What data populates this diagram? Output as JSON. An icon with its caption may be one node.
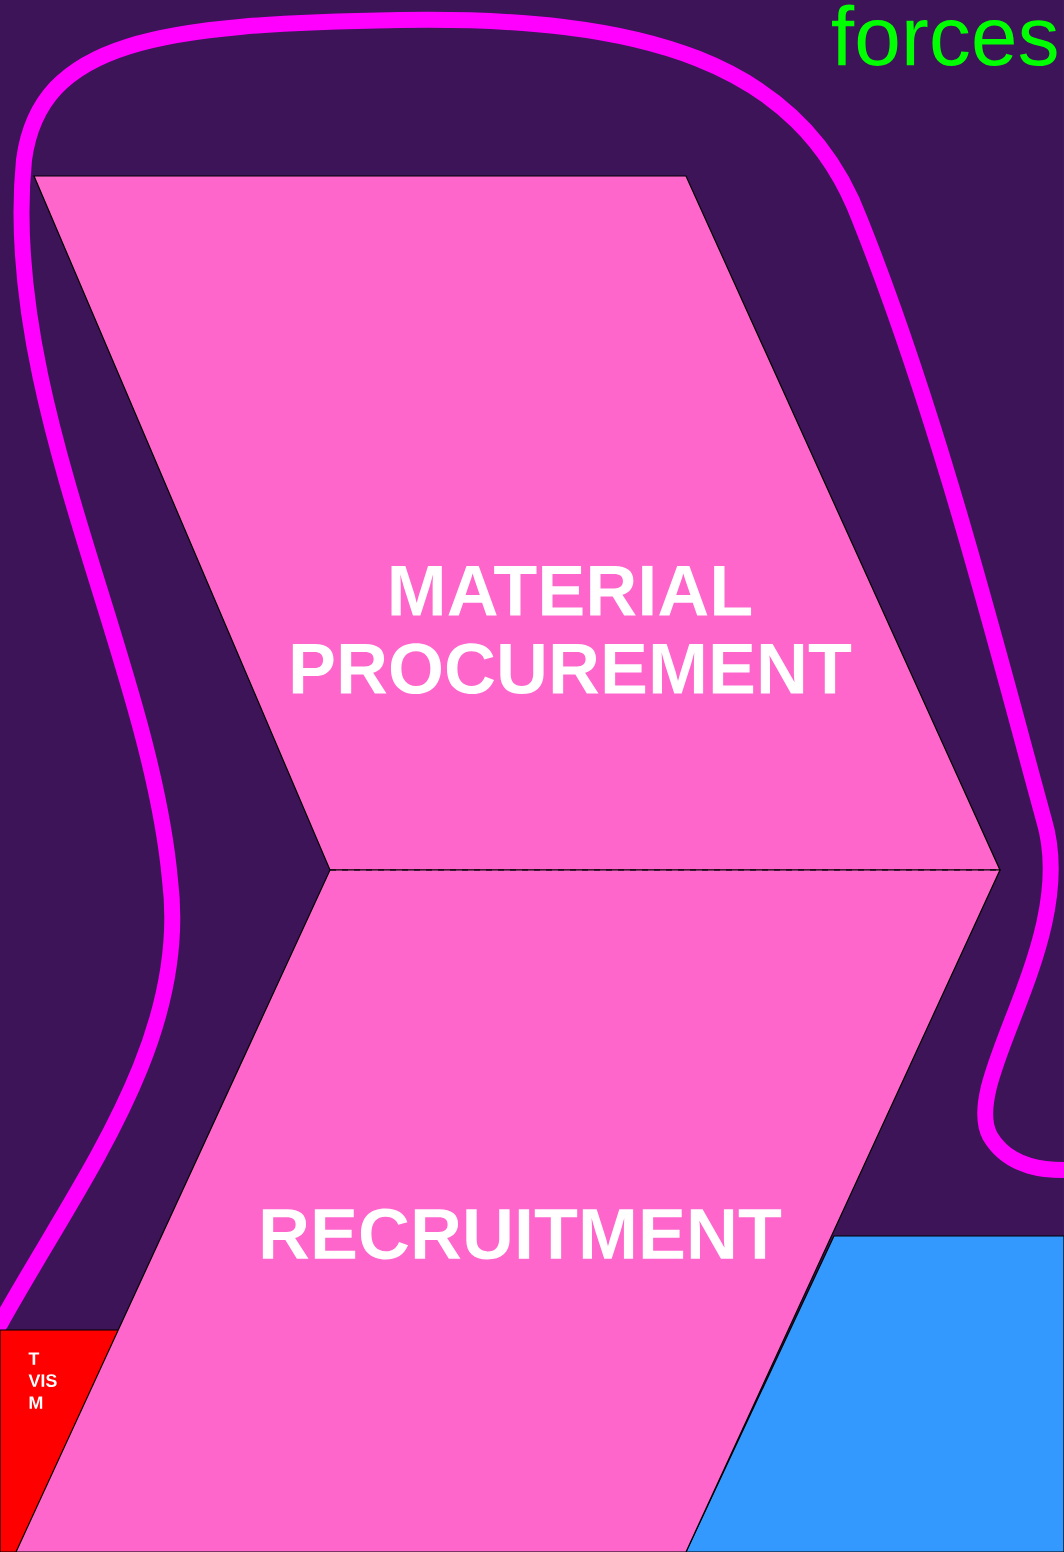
{
  "diagram": {
    "nodes": [
      {
        "text": [
          "MATERIAL PROCUREMENT"
        ]
      },
      {
        "text": [
          "RECRUITMENT"
        ]
      },
      {
        "text": [],
        "shape": "box"
      },
      {
        "text": [
          "T VIS M"
        ]
      }
    ],
    "labels": [
      "forces"
    ]
  }
}
